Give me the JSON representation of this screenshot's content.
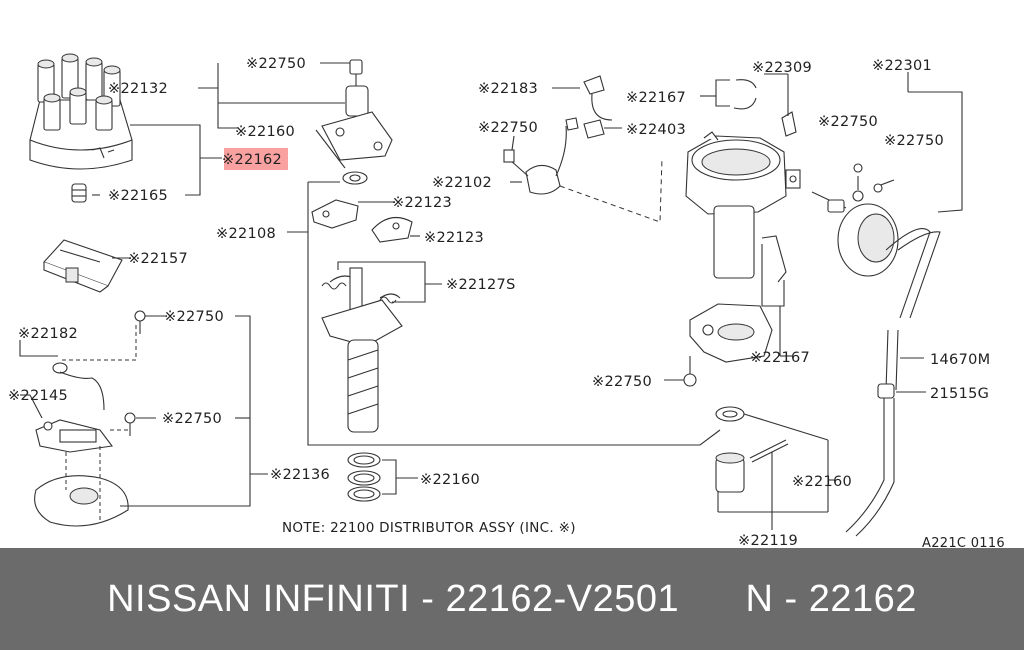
{
  "diagram": {
    "labels": {
      "p22132": "※22132",
      "p22750_top": "※22750",
      "p22160_top": "※22160",
      "p22162": "※22162",
      "p22165": "※22165",
      "p22108": "※22108",
      "p22123_a": "※22123",
      "p22123_b": "※22123",
      "p22157": "※22157",
      "p22127S": "※22127S",
      "p22182": "※22182",
      "p22750_mid": "※22750",
      "p22145": "※22145",
      "p22750_low": "※22750",
      "p22136": "※22136",
      "p22160_mid": "※22160",
      "p22183": "※22183",
      "p22750_plug": "※22750",
      "p22102": "※22102",
      "p22167_top": "※22167",
      "p22403": "※22403",
      "p22309": "※22309",
      "p22301": "※22301",
      "p22750_r1": "※22750",
      "p22750_r2": "※22750",
      "p22167_mid": "※22167",
      "p22750_bot": "※22750",
      "p14670M": "14670M",
      "p21515G": "21515G",
      "p22160_right": "※22160",
      "p22119": "※22119"
    },
    "note": "NOTE: 22100 DISTRIBUTOR ASSY (INC. ※)",
    "code": "A221C 0116",
    "highlight_color": "#f9a0a0"
  },
  "banner": {
    "text": "NISSAN INFINITI - 22162-V2501      N - 22162",
    "background": "#6b6b6b",
    "text_color": "#ffffff"
  }
}
